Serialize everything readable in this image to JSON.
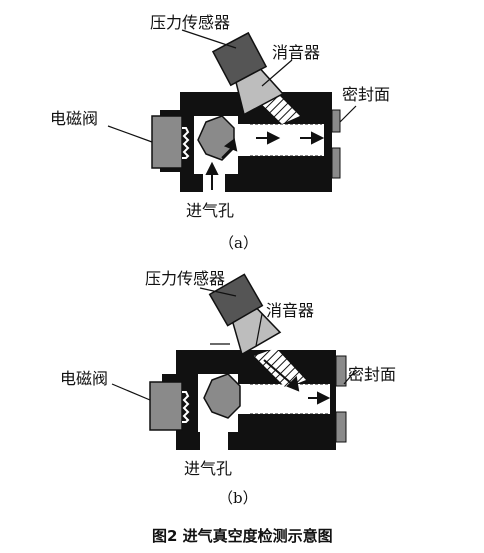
{
  "diagram_a": {
    "label_pressure_sensor": "压力传感器",
    "label_silencer": "消音器",
    "label_solenoid_valve": "电磁阀",
    "label_sealing_surface": "密封面",
    "label_air_inlet": "进气孔",
    "sublabel": "（a）"
  },
  "diagram_b": {
    "label_pressure_sensor": "压力传感器",
    "label_silencer": "消音器",
    "label_solenoid_valve": "电磁阀",
    "label_sealing_surface": "密封面",
    "label_air_inlet": "进气孔",
    "sublabel": "（b）"
  },
  "caption": "图2  进气真空度检测示意图",
  "colors": {
    "body": "#111111",
    "gray": "#8a8a8a",
    "dark_gray": "#555555",
    "light_gray": "#bdbdbd"
  }
}
